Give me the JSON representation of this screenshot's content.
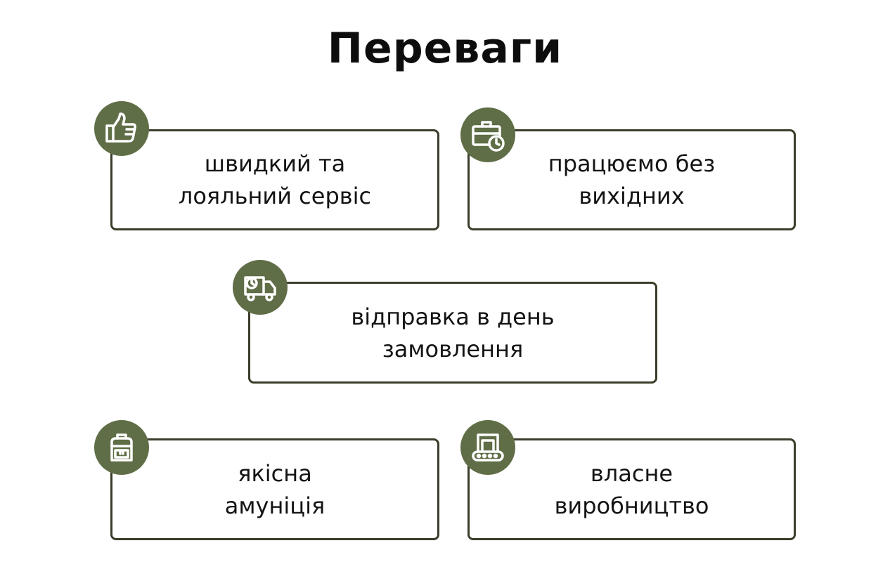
{
  "title": "Переваги",
  "colors": {
    "accent": "#5f6e46",
    "border": "#3c3c2a"
  },
  "cards": [
    {
      "line1": "швидкий та",
      "line2": "лояльний сервіс",
      "icon": "thumbs-up-icon"
    },
    {
      "line1": "працюємо без",
      "line2": "вихідних",
      "icon": "briefcase-clock-icon"
    },
    {
      "line1": "відправка в день",
      "line2": "замовлення",
      "icon": "delivery-truck-icon"
    },
    {
      "line1": "якісна",
      "line2": "амуніція",
      "icon": "backpack-icon"
    },
    {
      "line1": "власне",
      "line2": "виробництво",
      "icon": "production-machine-icon"
    }
  ]
}
